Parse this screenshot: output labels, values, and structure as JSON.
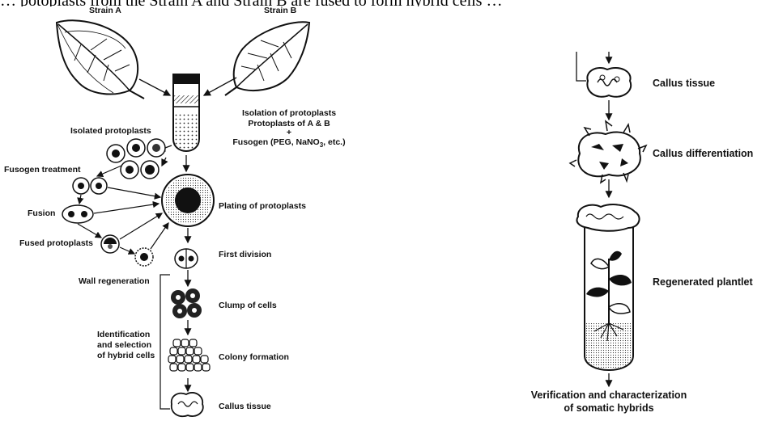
{
  "top_caption_fragment": "… potoplasts from the Strain A and Strain B are fused to form hybrid cells …",
  "left_panel": {
    "strain_a": "Strain A",
    "strain_b": "Strain B",
    "isolation": "Isolation of protoplasts",
    "protoplasts_ab": "Protoplasts of A & B",
    "plus": "+",
    "fusogen_agents": "Fusogen (PEG, NaNO3, etc.)",
    "isolated_protoplasts": "Isolated protoplasts",
    "fusogen_treatment": "Fusogen treatment",
    "fusion": "Fusion",
    "fused_protoplasts": "Fused protoplasts",
    "plating": "Plating of protoplasts",
    "first_division": "First division",
    "wall_regeneration": "Wall regeneration",
    "clump_of_cells": "Clump of cells",
    "identification_1": "Identification",
    "identification_2": "and selection",
    "identification_3": "of hybrid cells",
    "colony_formation": "Colony formation",
    "callus_tissue": "Callus tissue"
  },
  "right_panel": {
    "callus_tissue": "Callus tissue",
    "callus_differentiation": "Callus differentiation",
    "regenerated_plantlet": "Regenerated plantlet",
    "verification_1": "Verification and characterization",
    "verification_2": "of somatic hybrids"
  }
}
